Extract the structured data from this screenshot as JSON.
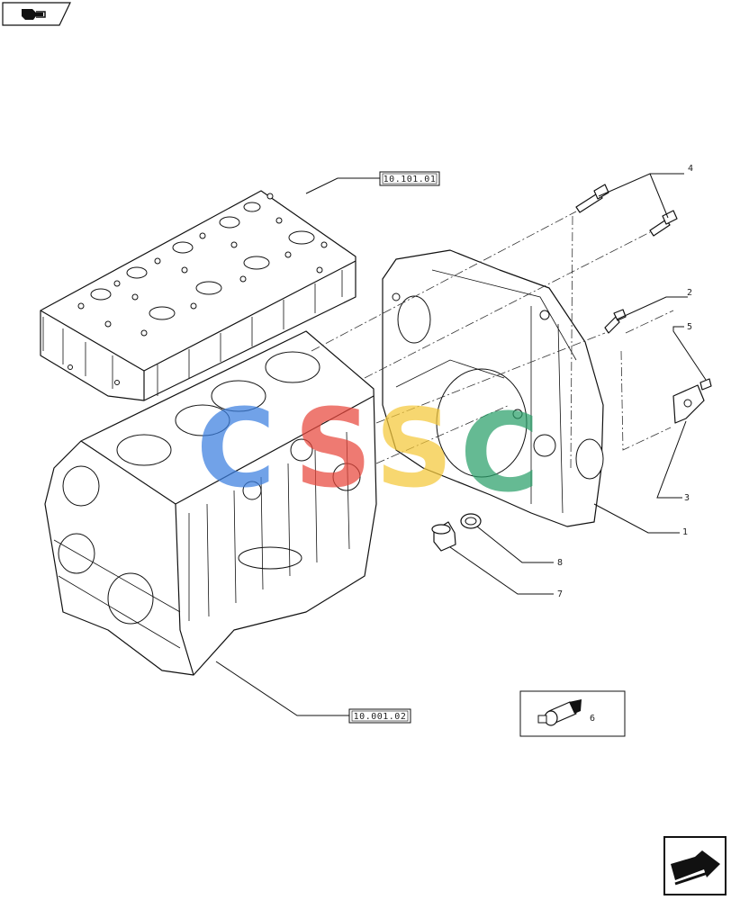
{
  "references": {
    "cylinder_head": "10.101.01",
    "engine_block": "10.001.02"
  },
  "callouts": [
    "1",
    "2",
    "3",
    "4",
    "5",
    "6",
    "7",
    "8"
  ],
  "watermark": {
    "letters": [
      "C",
      "S",
      "S",
      "C"
    ],
    "colors": [
      "#3b7fe0",
      "#e8473c",
      "#f5c83a",
      "#2aa06a"
    ]
  },
  "icons": {
    "top_left": "hand-pointer-icon",
    "bottom_right": "next-page-arrow-icon"
  }
}
